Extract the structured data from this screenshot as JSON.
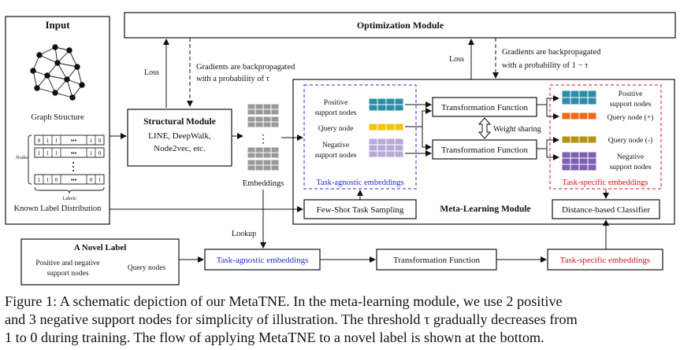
{
  "input": {
    "title": "Input",
    "graph_label": "Graph Structure",
    "nodes_label": "Nodes",
    "labels_label": "Labels",
    "known_label": "Known Label Distribution",
    "matrix_row1": [
      "0",
      "1",
      "1",
      "•••",
      "1",
      "0"
    ],
    "matrix_row2": [
      "1",
      "1",
      "1",
      "•••",
      "1",
      "0"
    ],
    "matrix_row3": [
      "1",
      "1",
      "0",
      "•••",
      "0",
      "1"
    ]
  },
  "optimization": {
    "title": "Optimization Module",
    "loss_left": "Loss",
    "grad_left_line1": "Gradients are backpropagated",
    "grad_left_line2": "with a probability of τ",
    "loss_right": "Loss",
    "grad_right_line1": "Gradients are backpropagated",
    "grad_right_line2": "with a probability of  1 − τ"
  },
  "structural": {
    "title": "Structural Module",
    "line1": "LINE, DeepWalk,",
    "line2": "Node2vec, etc.",
    "embeddings_label": "Embeddings",
    "dots": "⋮"
  },
  "meta": {
    "title": "Meta-Learning Module",
    "positive_line1": "Positive",
    "positive_line2": "support nodes",
    "query_label": "Query node",
    "negative_line1": "Negative",
    "negative_line2": "support nodes",
    "task_agnostic": "Task-agnostic embeddings",
    "transform": "Transformation Function",
    "weight_sharing": "Weight sharing",
    "out_positive_line1": "Positive",
    "out_positive_line2": "support nodes",
    "out_query_pos": "Query node (+)",
    "out_query_neg": "Query node (-)",
    "out_negative_line1": "Negative",
    "out_negative_line2": "support nodes",
    "task_specific": "Task-specific embeddings",
    "few_shot": "Few-Shot Task Sampling",
    "classifier": "Distance-based Classifier"
  },
  "novel": {
    "title": "A Novel Label",
    "pos_neg_line1": "Positive and negative",
    "pos_neg_line2": "support nodes",
    "query": "Query nodes",
    "lookup": "Lookup",
    "task_agnostic": "Task-agnostic embeddings",
    "transform": "Transformation Function",
    "task_specific": "Task-specific embeddings"
  },
  "caption": {
    "line1": "Figure 1: A schematic depiction of our MetaTNE. In the meta-learning module, we use 2 positive",
    "line2": "and 3 negative support nodes for simplicity of illustration. The threshold τ gradually decreases from",
    "line3": "1 to 0 during training. The flow of applying MetaTNE to a novel label is shown at the bottom."
  },
  "colors": {
    "teal": "#2a8ea8",
    "yellow": "#f2c40f",
    "lavender": "#b8a9d6",
    "orange": "#ee6a1a",
    "olive": "#b39216",
    "purple": "#7e5fb0",
    "gray_block": "#999999",
    "blue": "#1f2fd0",
    "red": "#d4141b"
  }
}
